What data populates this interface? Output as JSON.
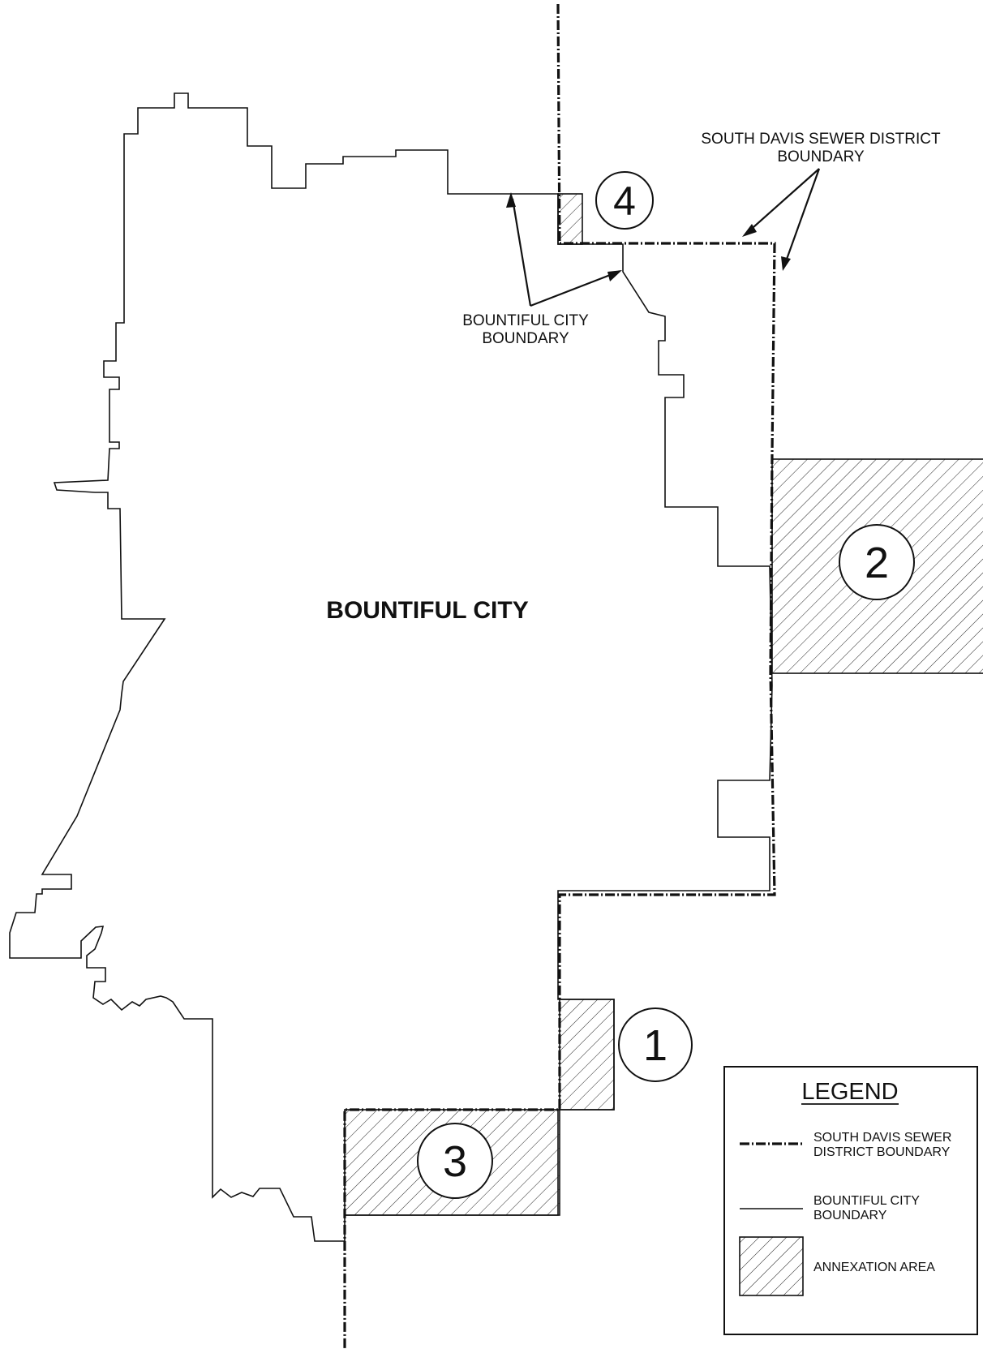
{
  "map": {
    "city_label": "BOUNTIFUL CITY",
    "sewer_label_line1": "SOUTH DAVIS SEWER DISTRICT",
    "sewer_label_line2": "BOUNDARY",
    "city_boundary_label_line1": "BOUNTIFUL CITY",
    "city_boundary_label_line2": "BOUNDARY",
    "areas": [
      {
        "number": "1"
      },
      {
        "number": "2"
      },
      {
        "number": "3"
      },
      {
        "number": "4"
      }
    ]
  },
  "legend": {
    "title": "LEGEND",
    "items": [
      {
        "line1": "SOUTH DAVIS SEWER",
        "line2": "DISTRICT BOUNDARY"
      },
      {
        "line1": "BOUNTIFUL CITY",
        "line2": "BOUNDARY"
      },
      {
        "line1": "ANNEXATION AREA",
        "line2": ""
      }
    ]
  },
  "colors": {
    "ink": "#111111",
    "background": "#ffffff"
  }
}
